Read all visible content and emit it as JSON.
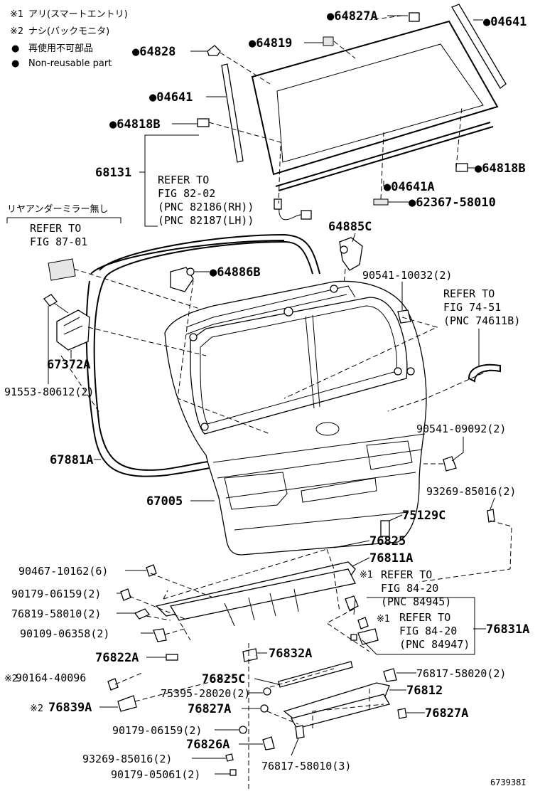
{
  "legend": [
    {
      "mark": "※1",
      "text": "アリ(スマートエントリ)"
    },
    {
      "mark": "※2",
      "text": "ナシ(バックモニタ)"
    },
    {
      "mark": "●",
      "text": "再使用不可部品"
    },
    {
      "mark": "●",
      "text": "Non-reusable part"
    }
  ],
  "notes": {
    "mirror": "リヤアンダーミラー無し"
  },
  "refs": {
    "ref_8202": [
      "REFER TO",
      "FIG 82-02",
      "(PNC 82186(RH))",
      "(PNC 82187(LH))"
    ],
    "ref_8701": [
      "REFER TO",
      "FIG 87-01"
    ],
    "ref_7451": [
      "REFER TO",
      "FIG 74-51",
      "(PNC 74611B)"
    ],
    "ref_8420a": [
      "REFER TO",
      "FIG 84-20",
      "(PNC 84945)"
    ],
    "ref_8420b": [
      "REFER TO",
      "FIG 84-20",
      "(PNC 84947)"
    ]
  },
  "parts": {
    "p64827A": "●64827A",
    "p04641_top": "●04641",
    "p64828": "●64828",
    "p64819": "●64819",
    "p04641_left": "●04641",
    "p64818B_left": "●64818B",
    "p68131": "68131",
    "p64818B_right": "●64818B",
    "p04641A": "●04641A",
    "p62367": "●62367-58010",
    "p64885C": "64885C",
    "p64886B": "●64886B",
    "p90541_10032": "90541-10032(2)",
    "p67372A": "67372A",
    "p91553": "91553-80612(2)",
    "p90541_09092": "90541-09092(2)",
    "p67881A": "67881A",
    "p67005": "67005",
    "p93269_a": "93269-85016(2)",
    "p75129C": "75129C",
    "p76825": "76825",
    "p76811A": "76811A",
    "p90467": "90467-10162(6)",
    "p90179_a": "90179-06159(2)",
    "p76819": "76819-58010(2)",
    "p90109": "90109-06358(2)",
    "p76831A": "76831A",
    "p76822A": "76822A",
    "p76832A": "76832A",
    "p90164": "90164-40096",
    "p76825C": "76825C",
    "p76817_b": "76817-58020(2)",
    "p75395": "75395-28020(2)",
    "p76812": "76812",
    "p76839A": "76839A",
    "p76827A_left": "76827A",
    "p76827A_right": "76827A",
    "p90179_b": "90179-06159(2)",
    "p76826A": "76826A",
    "p93269_b": "93269-85016(2)",
    "p76817_a": "76817-58010(3)",
    "p90179_c": "90179-05061(2)"
  },
  "marks": {
    "m1": "※1",
    "m2": "※2"
  },
  "figure_id": "673938I"
}
